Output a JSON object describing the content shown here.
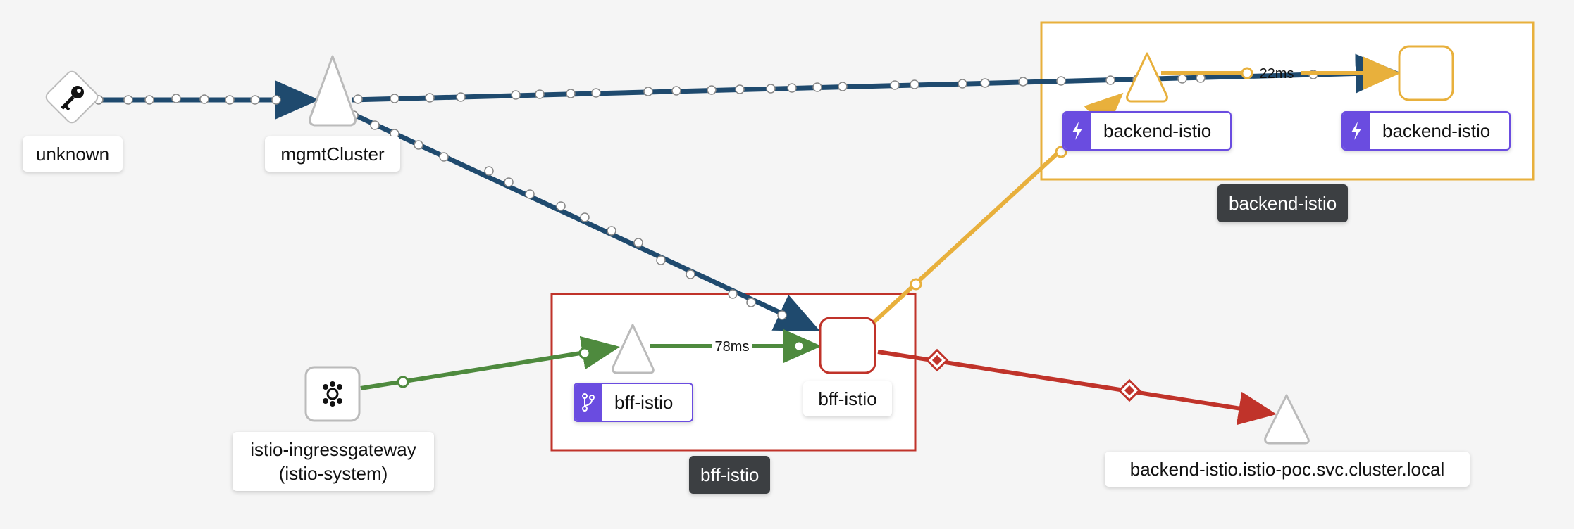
{
  "colors": {
    "background": "#f5f5f5",
    "tcp_edge": "#1f4a6e",
    "http_ok_edge": "#4e8a3e",
    "http_warn_edge": "#e8b03c",
    "http_error_edge": "#c0332a",
    "badge_purple": "#6a4ce0",
    "group_label_bg": "#3c3f42"
  },
  "nodes": {
    "unknown": {
      "label": "unknown",
      "icon": "key-icon"
    },
    "mgmt_cluster": {
      "label": "mgmtCluster",
      "shape": "triangle"
    },
    "ingress_gateway": {
      "label_line1": "istio-ingressgateway",
      "label_line2": "(istio-system)",
      "icon": "gateway-hub-icon"
    },
    "bff_istio_app": {
      "label": "bff-istio",
      "badge": "version-branch-icon",
      "shape": "triangle"
    },
    "bff_istio_workload": {
      "label": "bff-istio",
      "shape": "square"
    },
    "backend_istio_app": {
      "label": "backend-istio",
      "badge": "lightning-icon",
      "shape": "triangle"
    },
    "backend_istio_svc": {
      "label": "backend-istio",
      "badge": "lightning-icon",
      "shape": "square"
    },
    "backend_istio_external": {
      "label": "backend-istio.istio-poc.svc.cluster.local",
      "shape": "triangle"
    }
  },
  "groups": {
    "backend": {
      "label": "backend-istio"
    },
    "bff": {
      "label": "bff-istio"
    }
  },
  "edges": {
    "bff_response_time": "78ms",
    "backend_response_time": "22ms"
  }
}
